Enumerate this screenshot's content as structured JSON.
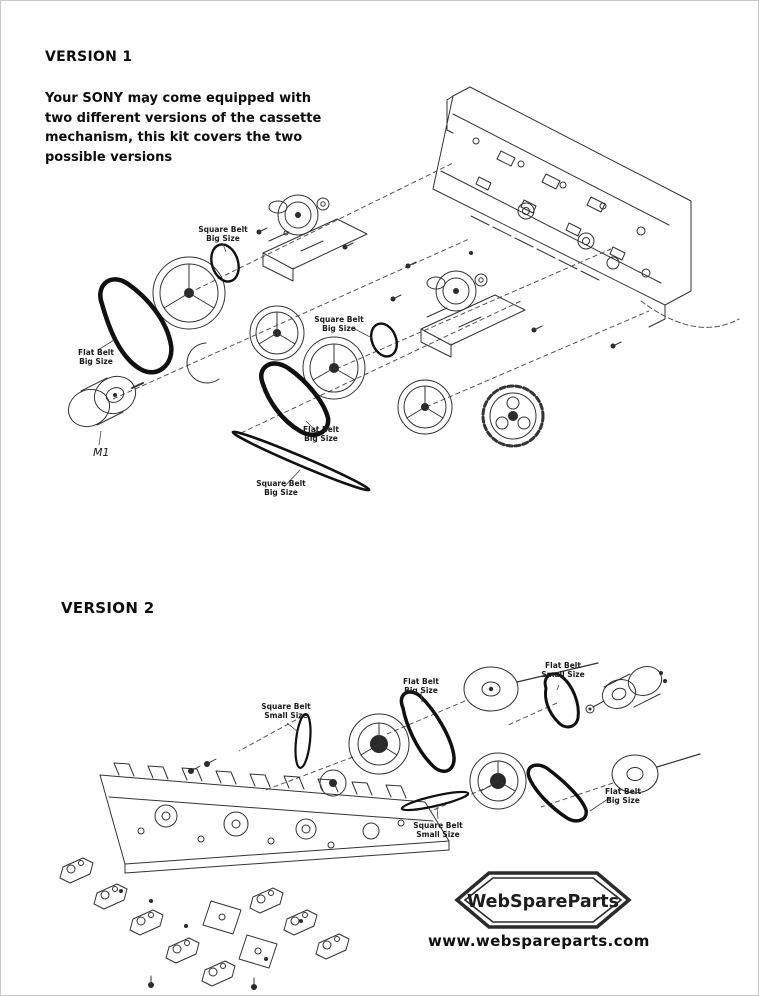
{
  "colors": {
    "ink": "#2b2b2b",
    "belt": "#111111",
    "background": "#ffffff"
  },
  "version1": {
    "title": "VERSION 1",
    "intro": "Your SONY may come equipped with\ntwo different versions of the cassette\nmechanism, this kit covers the two\npossible versions",
    "insert_mark": "ˇ",
    "labels": {
      "square_belt_1": "Square Belt\nBig Size",
      "flat_belt_1": "Flat Belt\nBig Size",
      "square_belt_2": "Square Belt\nBig Size",
      "flat_belt_2": "Flat Belt\nBig Size",
      "motor": "M1",
      "square_belt_3": "Square Belt\nBig Size"
    }
  },
  "version2": {
    "title": "VERSION 2",
    "labels": {
      "square_belt_small_1": "Square Belt\nSmall Size",
      "flat_belt_big_1": "Flat Belt\nBig Size",
      "flat_belt_small_1": "Flat Belt\nSmall Size",
      "square_belt_small_2": "Square Belt\nSmall Size",
      "flat_belt_big_2": "Flat Belt\nBig Size"
    }
  },
  "brand": {
    "name": "WebSpareParts",
    "url": "www.webspareparts.com"
  }
}
